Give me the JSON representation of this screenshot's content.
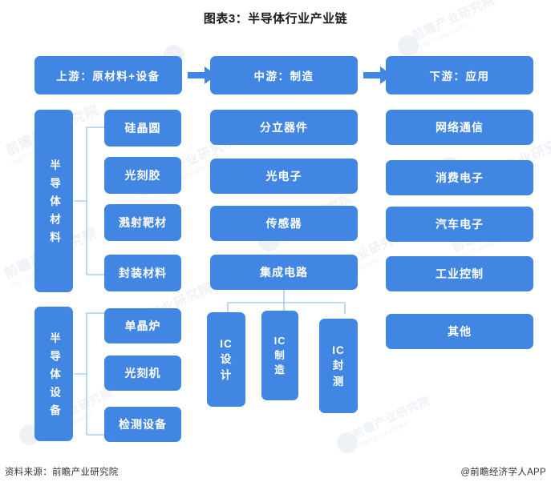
{
  "title": "图表3：半导体行业产业链",
  "colors": {
    "box_fill": "#4286e3",
    "box_text": "#ffffff",
    "connector": "#9cc3ef",
    "title_text": "#1a1a1a"
  },
  "header_row": {
    "upstream": "上游：原材料+设备",
    "arrow1": "arrow-right-icon",
    "midstream": "中游：制造",
    "arrow2": "arrow-right-icon",
    "downstream": "下游：应用"
  },
  "upstream_column": {
    "groups": [
      {
        "label": "半导体材料",
        "items": [
          "硅晶圆",
          "光刻胶",
          "溅射靶材",
          "封装材料"
        ]
      },
      {
        "label": "半导体设备",
        "items": [
          "单晶炉",
          "光刻机",
          "检测设备"
        ]
      }
    ]
  },
  "midstream_column": {
    "items": [
      "分立器件",
      "光电子",
      "传感器",
      "集成电路"
    ],
    "ic_children": [
      {
        "line1": "IC",
        "line2": "设",
        "line3": "计"
      },
      {
        "line1": "IC",
        "line2": "制",
        "line3": "造"
      },
      {
        "line1": "IC",
        "line2": "封",
        "line3": "测"
      }
    ]
  },
  "downstream_column": {
    "items": [
      "网络通信",
      "消费电子",
      "汽车电子",
      "工业控制",
      "其他"
    ]
  },
  "footer": {
    "source": "资料来源：前瞻产业研究院",
    "credit": "@前瞻经济学人APP"
  },
  "watermarks": {
    "brand": "前瞻产业研究院",
    "sub": "中国产业咨询领先机构"
  }
}
